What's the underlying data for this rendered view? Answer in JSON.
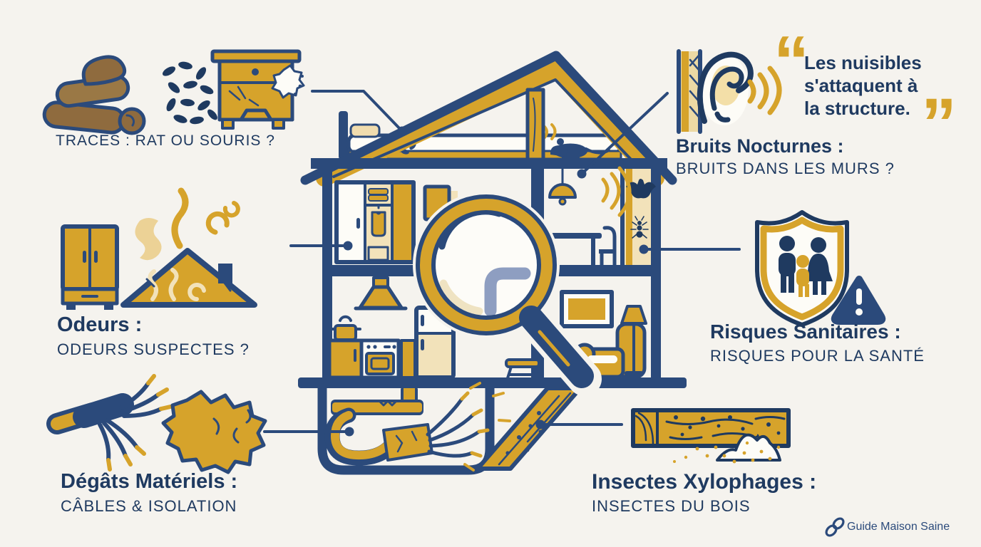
{
  "colors": {
    "background": "#f5f3ee",
    "navy": "#2b4a7b",
    "text_navy": "#1f3a60",
    "gold": "#d6a32b",
    "cream": "#f2e2ba",
    "brown": "#8f6b3e"
  },
  "sections": {
    "traces": {
      "label": "TRACES : RAT OU SOURIS ?",
      "icons": [
        "droppings-icon",
        "grain-droppings-icon",
        "gnawed-nightstand-icon"
      ]
    },
    "odeurs": {
      "title": "Odeurs :",
      "subtitle": "ODEURS SUSPECTES ?",
      "icons": [
        "wardrobe-icon",
        "smelly-roof-icon"
      ]
    },
    "degats": {
      "title": "Dégâts Matériels :",
      "subtitle": "CÂBLES & ISOLATION",
      "icons": [
        "chewed-cable-icon",
        "gnawed-insulation-icon"
      ]
    },
    "bruits": {
      "title": "Bruits Nocturnes :",
      "subtitle": "BRUITS DANS LES MURS ?",
      "icons": [
        "ear-on-wall-icon",
        "sound-waves-icon"
      ]
    },
    "risques": {
      "title": "Risques Sanitaires :",
      "subtitle": "RISQUES POUR LA SANTÉ",
      "icons": [
        "family-shield-icon",
        "warning-triangle-icon"
      ]
    },
    "insectes": {
      "title": "Insectes Xylophages :",
      "subtitle": "INSECTES DU BOIS",
      "icons": [
        "wood-beam-icon",
        "sawdust-icon"
      ]
    }
  },
  "quote": {
    "open": "“",
    "line1": "Les nuisibles",
    "line2": "s'attaquent à",
    "line3": "la structure.",
    "close": "”"
  },
  "footer": {
    "brand": "Guide Maison Saine",
    "icon": "link-icon"
  },
  "center_illustration": {
    "name": "house-cross-section-with-magnifier",
    "elements": [
      "roof",
      "attic-bed",
      "rat-icon",
      "wall-cavity",
      "bat-icon",
      "ant-icon",
      "pendant-lamp",
      "dining-table",
      "closet",
      "kitchen-hood",
      "stove",
      "fridge",
      "sofa",
      "floor-lamp",
      "stool",
      "picture-frame",
      "basement-pipes",
      "chewed-wires",
      "diagonal-wood-beam",
      "magnifier-icon"
    ]
  }
}
